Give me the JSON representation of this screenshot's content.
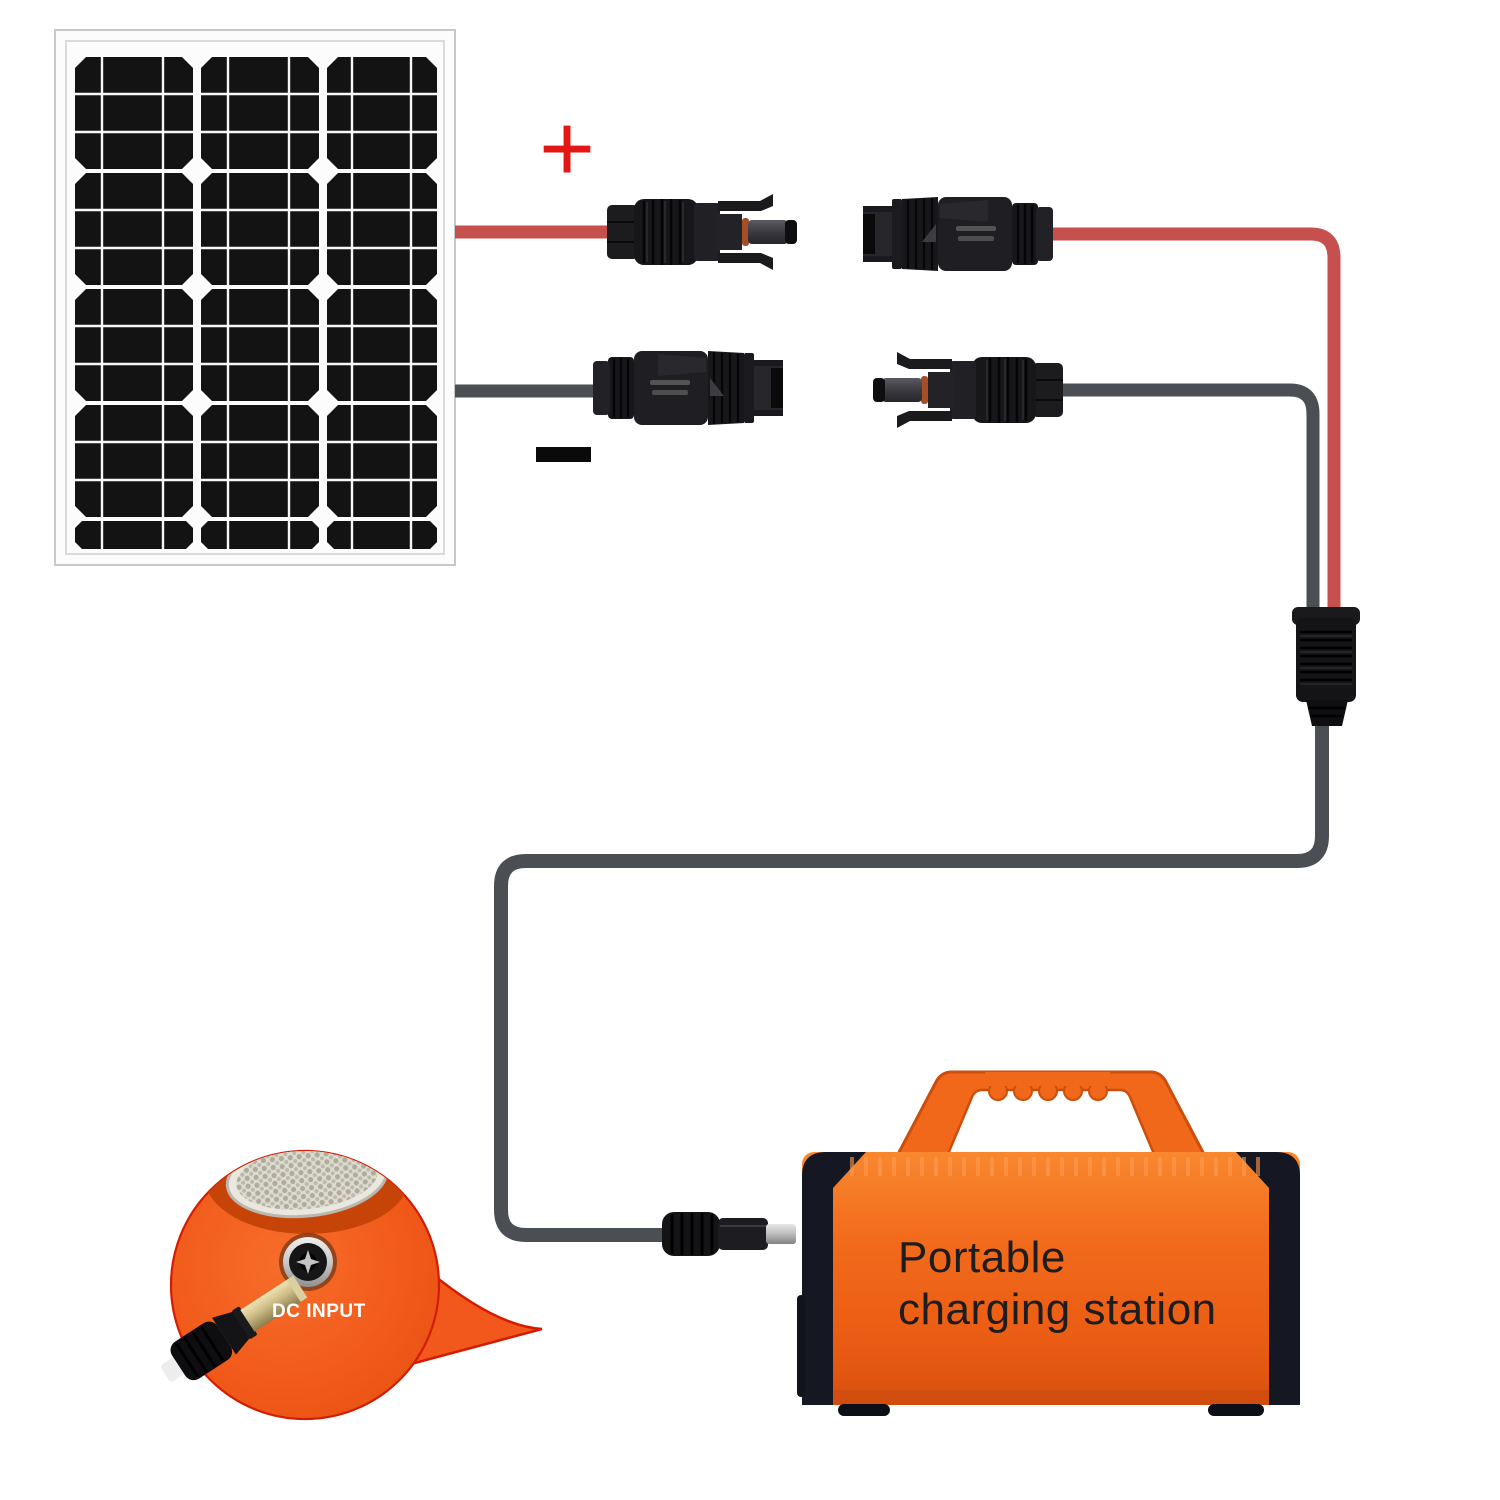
{
  "diagram": {
    "polarity": {
      "plus": "+",
      "minus": "−"
    },
    "station": {
      "line1": "Portable",
      "line2": "charging station"
    },
    "inset": {
      "port_label": "DC INPUT"
    },
    "components": [
      {
        "name": "solar-panel"
      },
      {
        "name": "positive-cable-red"
      },
      {
        "name": "negative-cable-black"
      },
      {
        "name": "mc4-connector-positive-panel-side"
      },
      {
        "name": "mc4-connector-positive-adapter-side"
      },
      {
        "name": "mc4-connector-negative-panel-side"
      },
      {
        "name": "mc4-connector-negative-adapter-side"
      },
      {
        "name": "y-adapter-junction"
      },
      {
        "name": "dc-barrel-plug"
      },
      {
        "name": "portable-charging-station"
      },
      {
        "name": "dc-input-closeup-bubble"
      }
    ],
    "colors": {
      "positive_cable": "#c5504e",
      "negative_cable": "#4b4f53",
      "plus_sign": "#e41715",
      "station_orange": "#f1661c",
      "bubble_orange": "#f2581c",
      "bubble_outline": "#d41c04",
      "connector_black": "#1b1b1e"
    }
  }
}
